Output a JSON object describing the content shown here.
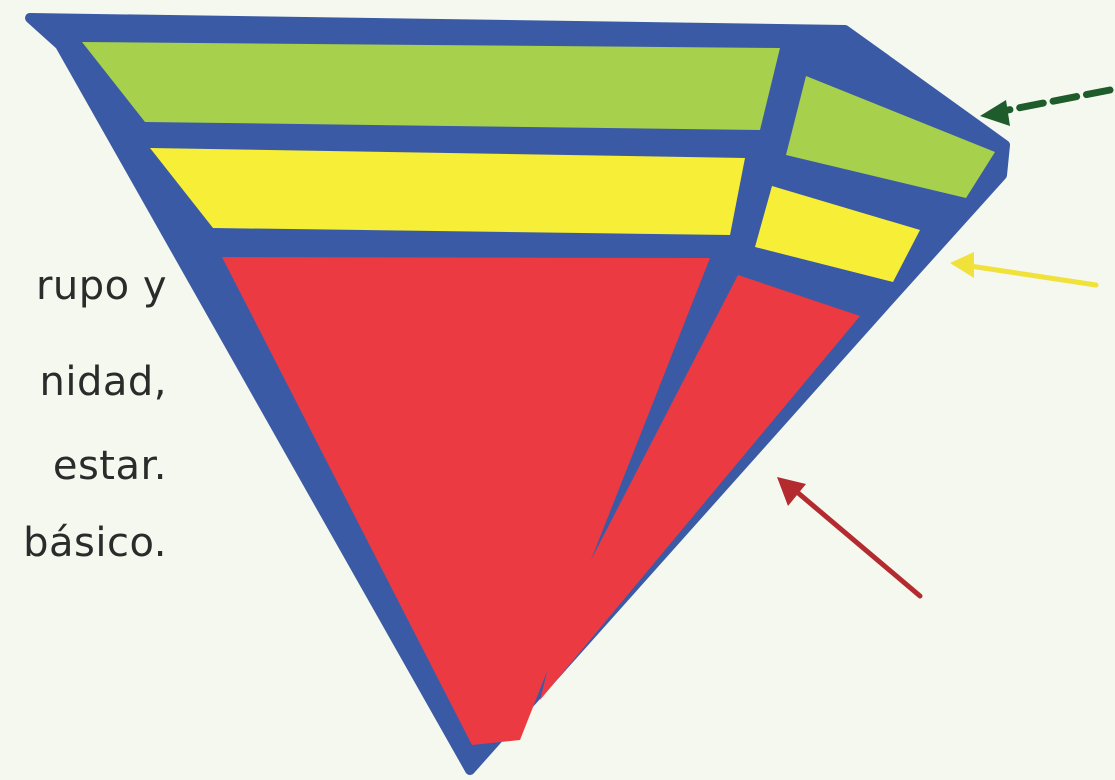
{
  "colors": {
    "background": "#f4f8ef",
    "outline": "#3b5aa5",
    "green": "#a7d04c",
    "yellow": "#f6ee37",
    "red": "#ec3a42",
    "arrow_green": "#1f5c2b",
    "arrow_yellow": "#f0e23a",
    "arrow_red": "#b32b2f"
  },
  "icons": {
    "pyramid": "pyramid-diagram-icon",
    "arrow_green": "green-arrow-icon",
    "arrow_yellow": "yellow-arrow-icon",
    "arrow_red": "red-arrow-icon"
  },
  "text": {
    "line_1": "rupo y",
    "line_2": "nidad,",
    "line_3": "estar.",
    "line_4": "básico."
  }
}
